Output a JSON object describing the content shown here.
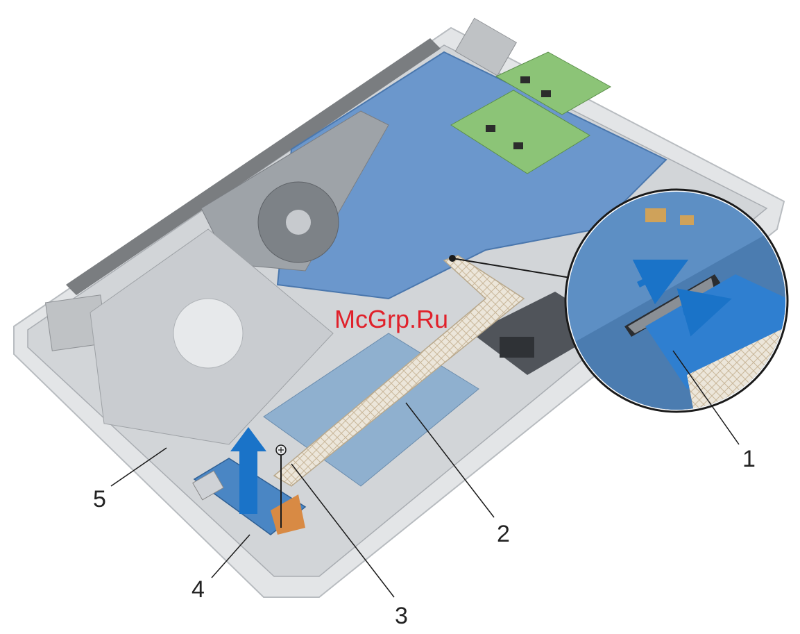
{
  "watermark": "McGrp.Ru",
  "callouts": [
    {
      "label": "1",
      "part": "connector-latch"
    },
    {
      "label": "2",
      "part": "io-board-cable"
    },
    {
      "label": "3",
      "part": "screw"
    },
    {
      "label": "4",
      "part": "io-board"
    },
    {
      "label": "5",
      "part": "palm-rest-assembly"
    }
  ],
  "colors": {
    "chassis": "#d9dcdf",
    "board": "#5b8fc9",
    "memory": "#7fbf6a",
    "cable": "#e8e0d2",
    "arrow": "#1a73c8",
    "watermark": "#e0202a",
    "text": "#222222"
  }
}
